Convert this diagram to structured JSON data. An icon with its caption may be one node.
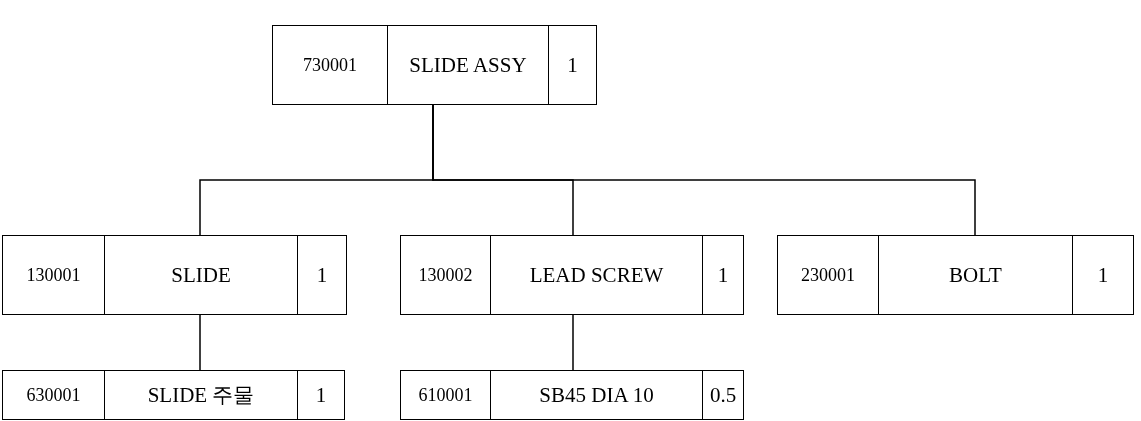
{
  "diagram": {
    "nodes": [
      {
        "text": [
          "730001",
          "SLIDE ASSY",
          "1"
        ]
      },
      {
        "text": [
          "130001",
          "SLIDE",
          "1"
        ]
      },
      {
        "text": [
          "130002",
          "LEAD SCREW",
          "1"
        ]
      },
      {
        "text": [
          "230001",
          "BOLT",
          "1"
        ]
      },
      {
        "text": [
          "630001",
          "SLIDE 주물",
          "1"
        ]
      },
      {
        "text": [
          "610001",
          "SB45 DIA 10",
          "0.5"
        ]
      }
    ],
    "edges": [
      {
        "from": 0,
        "to": 1,
        "arrow": "none"
      },
      {
        "from": 0,
        "to": 2,
        "arrow": "none"
      },
      {
        "from": 0,
        "to": 3,
        "arrow": "none"
      },
      {
        "from": 1,
        "to": 4,
        "arrow": "none"
      },
      {
        "from": 2,
        "to": 5,
        "arrow": "none"
      }
    ]
  }
}
